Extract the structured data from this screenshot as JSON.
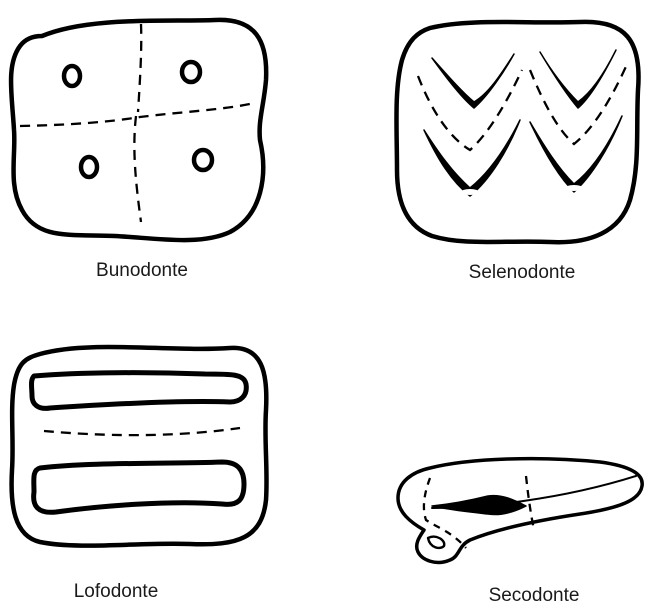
{
  "figure": {
    "panels": [
      {
        "key": "bunodonte",
        "label": "Bunodonte"
      },
      {
        "key": "selenodonte",
        "label": "Selenodonte"
      },
      {
        "key": "lofodonte",
        "label": "Lofodonte"
      },
      {
        "key": "secodonte",
        "label": "Secodonte"
      }
    ]
  }
}
